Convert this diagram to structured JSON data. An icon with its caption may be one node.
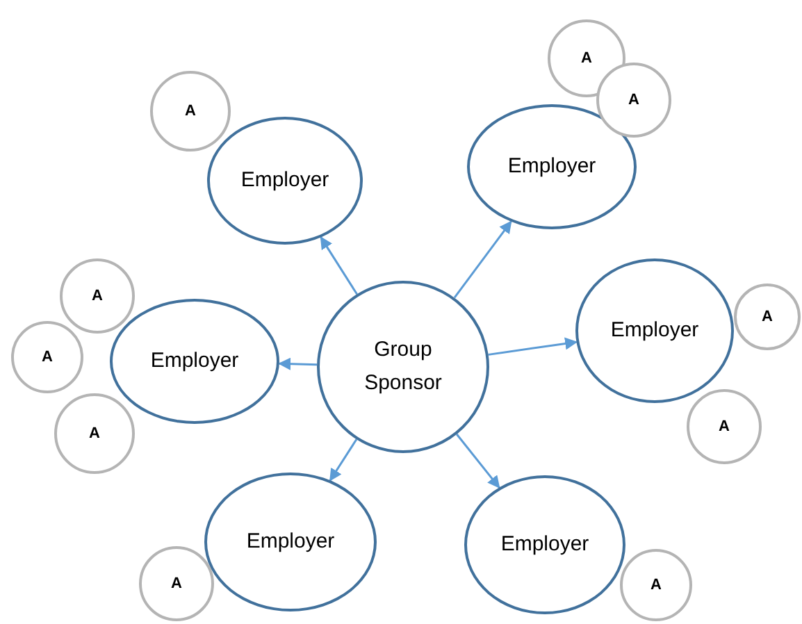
{
  "diagram": {
    "nodes": [
      {
        "text": [
          "A"
        ]
      },
      {
        "text": [
          "A"
        ]
      },
      {
        "text": [
          "A"
        ]
      },
      {
        "text": [
          "Employer"
        ]
      },
      {
        "text": [
          "Employer"
        ]
      },
      {
        "text": [
          "A"
        ]
      },
      {
        "text": [
          "A"
        ]
      },
      {
        "text": [
          "A"
        ]
      },
      {
        "text": [
          "Employer"
        ]
      },
      {
        "text": [
          "Group Sponsor"
        ]
      },
      {
        "text": [
          "Employer"
        ]
      },
      {
        "text": [
          "A"
        ]
      },
      {
        "text": [
          "A"
        ]
      },
      {
        "text": [
          "Employer"
        ]
      },
      {
        "text": [
          "Employer"
        ]
      },
      {
        "text": [
          "A"
        ]
      },
      {
        "text": [
          "A"
        ]
      }
    ],
    "edges": [
      {
        "from": 9,
        "to": 3,
        "arrow": "to"
      },
      {
        "from": 9,
        "to": 4,
        "arrow": "to"
      },
      {
        "from": 9,
        "to": 8,
        "arrow": "to"
      },
      {
        "from": 9,
        "to": 10,
        "arrow": "to"
      },
      {
        "from": 9,
        "to": 13,
        "arrow": "to"
      },
      {
        "from": 9,
        "to": 14,
        "arrow": "to"
      }
    ]
  }
}
